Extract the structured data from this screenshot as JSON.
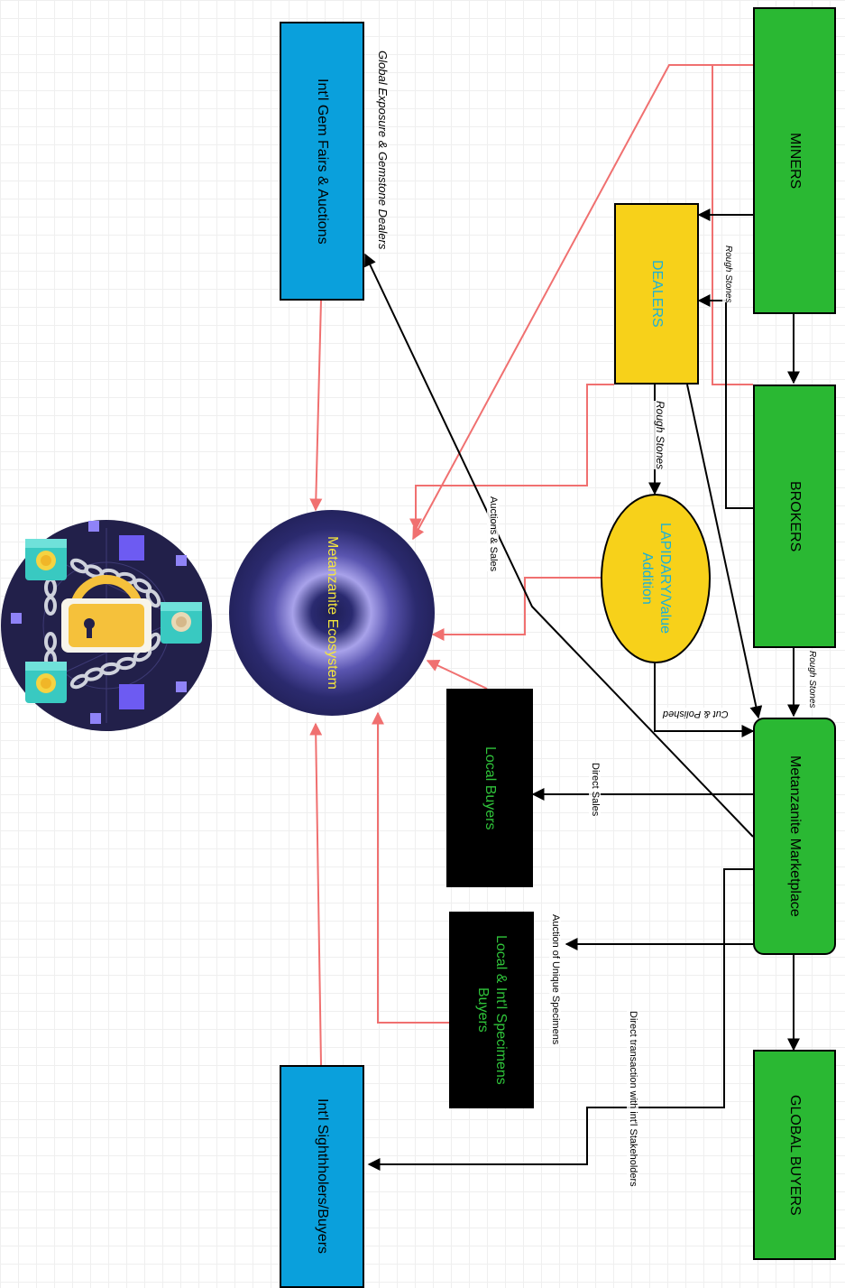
{
  "nodes": {
    "miners": "MINERS",
    "dealers": "DEALERS",
    "brokers": "BROKERS",
    "lapidary": "LAPIDARY/Value\nAddition",
    "marketplace": "Metanzanite Marketplace",
    "global_buyers": "GLOBAL BUYERS",
    "gem_fairs": "Int'l Gem Fairs & Auctions",
    "ecosystem": "Metanzanite Ecosystem",
    "local_buyers": "Local Buyers",
    "specimen_buyers": "Local & Int'l Specimens\nBuyers",
    "sightholders": "Int'l Sighthholers/Buyers"
  },
  "edge_labels": {
    "global_exposure": "Global Exposure & Gemstone Dealers",
    "rough_stones_1": "Rough Stones",
    "rough_stones_2": "Rough Stones",
    "rough_stones_3": "Rough Stones",
    "cut_polished": "Cut & Polished",
    "auctions_sales": "Auctions & Sales",
    "direct_sales": "Direct Sales",
    "auction_unique": "Auction of Unique Specimens",
    "direct_transaction": "Direct transaction with int'l Stakeholders"
  },
  "colors": {
    "green": "#2ab833",
    "yellow": "#f7d11a",
    "blue": "#0aa0dc",
    "cyan_text": "#1ab0d8",
    "green_text": "#2fc43a",
    "ecosystem_text": "#f5e63c",
    "red_line": "#f07070",
    "black_line": "#000000"
  },
  "icons": {
    "logo": "blockchain-lock-icon"
  }
}
